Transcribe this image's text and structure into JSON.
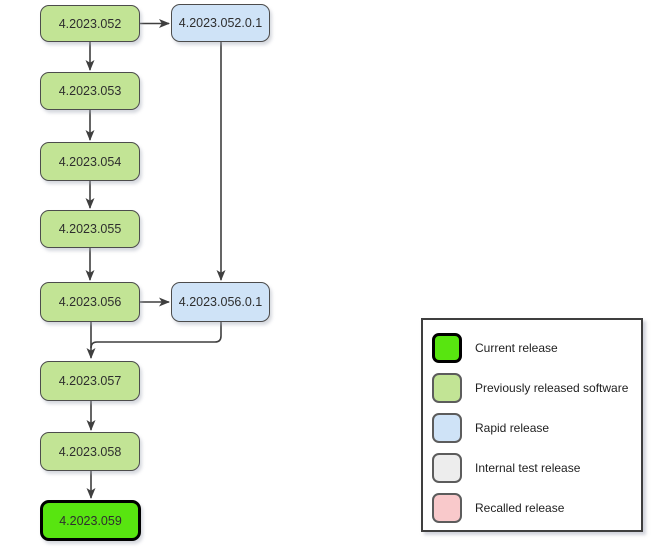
{
  "colors": {
    "current_fill": "#58e510",
    "previous_fill": "#c2e495",
    "rapid_fill": "#cfe3f7",
    "internal_fill": "#ededed",
    "recalled_fill": "#f9c9cb",
    "node_border": "#4c4c4c",
    "current_border": "#000000",
    "arrow": "#3f3f3f",
    "text": "#2e2e2e"
  },
  "diagram": {
    "nodes": [
      {
        "label": "4.2023.052",
        "type": "previous"
      },
      {
        "label": "4.2023.052.0.1",
        "type": "rapid"
      },
      {
        "label": "4.2023.053",
        "type": "previous"
      },
      {
        "label": "4.2023.054",
        "type": "previous"
      },
      {
        "label": "4.2023.055",
        "type": "previous"
      },
      {
        "label": "4.2023.056",
        "type": "previous"
      },
      {
        "label": "4.2023.056.0.1",
        "type": "rapid"
      },
      {
        "label": "4.2023.057",
        "type": "previous"
      },
      {
        "label": "4.2023.058",
        "type": "previous"
      },
      {
        "label": "4.2023.059",
        "type": "current"
      }
    ],
    "edges": [
      {
        "from": "4.2023.052",
        "to": "4.2023.052.0.1"
      },
      {
        "from": "4.2023.052",
        "to": "4.2023.053"
      },
      {
        "from": "4.2023.053",
        "to": "4.2023.054"
      },
      {
        "from": "4.2023.054",
        "to": "4.2023.055"
      },
      {
        "from": "4.2023.055",
        "to": "4.2023.056"
      },
      {
        "from": "4.2023.052.0.1",
        "to": "4.2023.056.0.1"
      },
      {
        "from": "4.2023.056",
        "to": "4.2023.056.0.1"
      },
      {
        "from": "4.2023.056",
        "to": "4.2023.057"
      },
      {
        "from": "4.2023.056.0.1",
        "to": "4.2023.057"
      },
      {
        "from": "4.2023.057",
        "to": "4.2023.058"
      },
      {
        "from": "4.2023.058",
        "to": "4.2023.059"
      }
    ]
  },
  "legend": {
    "items": [
      {
        "label": "Current release",
        "type": "current"
      },
      {
        "label": "Previously released software",
        "type": "previous"
      },
      {
        "label": "Rapid release",
        "type": "rapid"
      },
      {
        "label": "Internal test release",
        "type": "internal"
      },
      {
        "label": "Recalled release",
        "type": "recalled"
      }
    ]
  }
}
